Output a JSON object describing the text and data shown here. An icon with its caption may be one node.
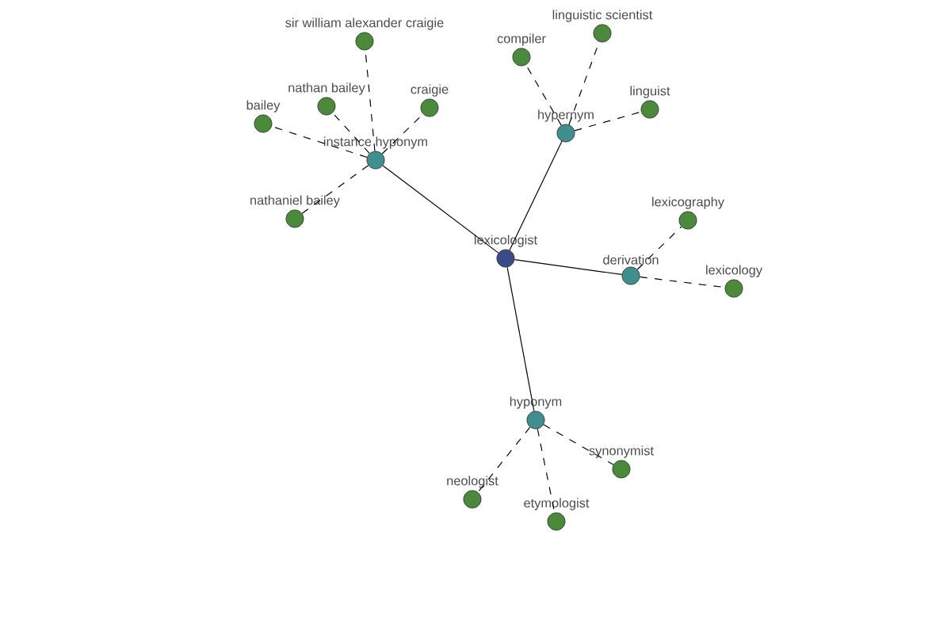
{
  "diagram": {
    "nodes": [
      {
        "text": [
          "lexicologist"
        ]
      },
      {
        "text": [
          "instance hyponym"
        ]
      },
      {
        "text": [
          "hypernym"
        ]
      },
      {
        "text": [
          "derivation"
        ]
      },
      {
        "text": [
          "hyponym"
        ]
      },
      {
        "text": [
          "sir william alexander craigie"
        ]
      },
      {
        "text": [
          "nathan bailey"
        ]
      },
      {
        "text": [
          "craigie"
        ]
      },
      {
        "text": [
          "bailey"
        ]
      },
      {
        "text": [
          "nathaniel bailey"
        ]
      },
      {
        "text": [
          "compiler"
        ]
      },
      {
        "text": [
          "linguistic scientist"
        ]
      },
      {
        "text": [
          "linguist"
        ]
      },
      {
        "text": [
          "lexicography"
        ]
      },
      {
        "text": [
          "lexicology"
        ]
      },
      {
        "text": [
          "neologist"
        ]
      },
      {
        "text": [
          "etymologist"
        ]
      },
      {
        "text": [
          "synonymist"
        ]
      }
    ],
    "edges": [
      {
        "from": 0,
        "to": 1,
        "arrow": "none"
      },
      {
        "from": 0,
        "to": 2,
        "arrow": "none"
      },
      {
        "from": 0,
        "to": 3,
        "arrow": "none"
      },
      {
        "from": 0,
        "to": 4,
        "arrow": "none"
      },
      {
        "from": 1,
        "to": 5,
        "arrow": "none",
        "style": "dashed"
      },
      {
        "from": 1,
        "to": 6,
        "arrow": "none",
        "style": "dashed"
      },
      {
        "from": 1,
        "to": 7,
        "arrow": "none",
        "style": "dashed"
      },
      {
        "from": 1,
        "to": 8,
        "arrow": "none",
        "style": "dashed"
      },
      {
        "from": 1,
        "to": 9,
        "arrow": "none",
        "style": "dashed"
      },
      {
        "from": 2,
        "to": 10,
        "arrow": "none",
        "style": "dashed"
      },
      {
        "from": 2,
        "to": 11,
        "arrow": "none",
        "style": "dashed"
      },
      {
        "from": 2,
        "to": 12,
        "arrow": "none",
        "style": "dashed"
      },
      {
        "from": 3,
        "to": 13,
        "arrow": "none",
        "style": "dashed"
      },
      {
        "from": 3,
        "to": 14,
        "arrow": "none",
        "style": "dashed"
      },
      {
        "from": 4,
        "to": 15,
        "arrow": "none",
        "style": "dashed"
      },
      {
        "from": 4,
        "to": 16,
        "arrow": "none",
        "style": "dashed"
      },
      {
        "from": 4,
        "to": 17,
        "arrow": "none",
        "style": "dashed"
      }
    ]
  }
}
